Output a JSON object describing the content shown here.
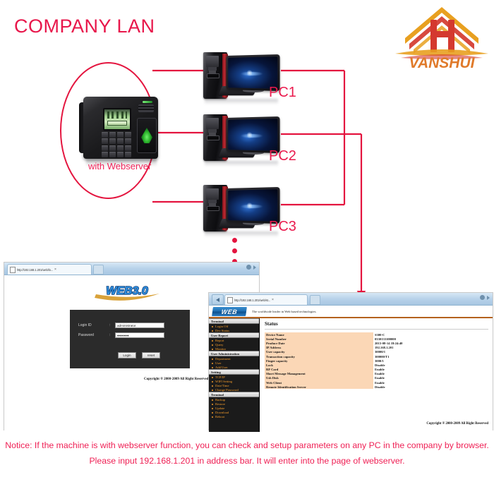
{
  "diagram": {
    "title": "COMPANY LAN",
    "device_caption": "with Webserver",
    "pc_labels": [
      "PC1",
      "PC2",
      "PC3"
    ],
    "line_color": "#e4143f",
    "title_color": "#e8174b"
  },
  "logo": {
    "brand": "VANSHUI",
    "monogram": "H",
    "roof_color": "#e8a020",
    "h_color": "#d4392f",
    "brand_color": "#e07a2a"
  },
  "login_window": {
    "tab_title": "http://192.168.1.201/web/lo...",
    "tab_close": "×",
    "logo_text": "WEB3.0",
    "fields": [
      {
        "label": "Login ID",
        "colon": ":",
        "value": "administrator",
        "placeholder": ""
      },
      {
        "label": "Password",
        "colon": ":",
        "value": "●●●●●●",
        "placeholder": ""
      }
    ],
    "login_button": "Login",
    "reset_button": "reset",
    "copyright": "Copyright ® 2000-2009 All Right Reserved"
  },
  "webserver_window": {
    "tab_title": "http://192.168.1.201/web/st...",
    "tab_close": "×",
    "logo_text": "WEB",
    "tagline": "The worldwide leader in Web based technologies.",
    "page_title": "Status",
    "nav": [
      {
        "group": "Terminal",
        "items": [
          "Login Off",
          "Dev Status"
        ]
      },
      {
        "group": "User Report",
        "items": [
          "Report",
          "Query",
          "Monitor"
        ]
      },
      {
        "group": "User Administration",
        "items": [
          "Department",
          "User",
          "Add User"
        ]
      },
      {
        "group": "Setting",
        "items": [
          "TCP/IP",
          "WIFI Setting",
          "Date/Time",
          "Change Password"
        ]
      },
      {
        "group": "Terminal",
        "items": [
          "Backup",
          "Restore",
          "Update",
          "Download",
          "Reboot"
        ]
      }
    ],
    "status_rows": [
      {
        "key": "Device Name",
        "value": "S300-C"
      },
      {
        "key": "Serial Number",
        "value": "0330133100000"
      },
      {
        "key": "Produce Date",
        "value": "2013-08-14 18:24:40"
      },
      {
        "key": "IP Address",
        "value": "192.168.1.201"
      },
      {
        "key": "User capacity",
        "value": "30000/1"
      },
      {
        "key": "Transaction capacity",
        "value": "300000/T1"
      },
      {
        "key": "Finger capacity",
        "value": "3000/1"
      },
      {
        "key": "Lock",
        "value": "Disable"
      },
      {
        "key": "RF Card",
        "value": "Enable"
      },
      {
        "key": "Short Message Management",
        "value": "Enable"
      },
      {
        "key": "Usb Disk",
        "value": "Enable"
      },
      {
        "key": "Web Client",
        "value": "Enable"
      },
      {
        "key": "Remote Identification Server",
        "value": "Disable"
      }
    ],
    "copyright": "Copyright ® 2000-2009 All Right Reserved"
  },
  "notice": {
    "line1": "Notice: If the machine is with webserver function, you can check and setup parameters on any PC in the company by browser.",
    "line2": "Please input 192.168.1.201 in address bar. It will enter into the page of webserver.",
    "color": "#ef1f54"
  }
}
